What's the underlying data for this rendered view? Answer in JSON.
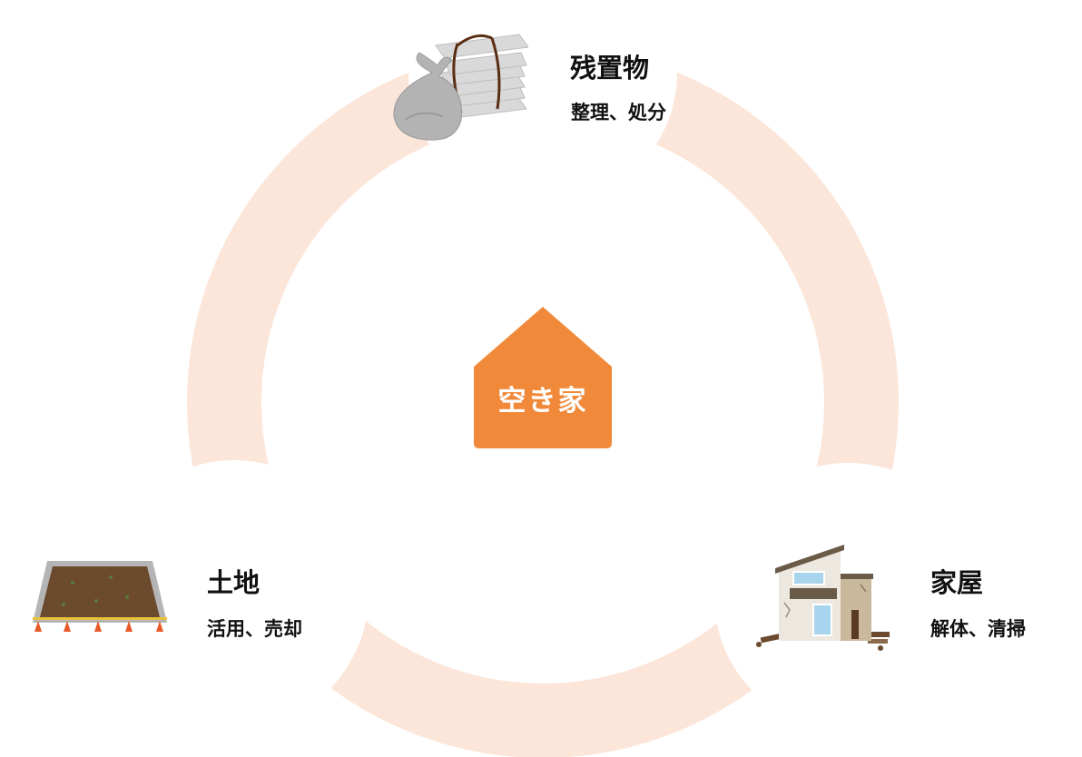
{
  "center": {
    "label": "空き家",
    "color": "#f08a3a"
  },
  "ring_color": "#fbe6d9",
  "items": [
    {
      "title": "残置物",
      "subtitle": "整理、処分",
      "icon": "trash-bag-and-bundled-papers-icon"
    },
    {
      "title": "家屋",
      "subtitle": "解体、清掃",
      "icon": "damaged-house-icon"
    },
    {
      "title": "土地",
      "subtitle": "活用、売却",
      "icon": "vacant-land-lot-icon"
    }
  ]
}
